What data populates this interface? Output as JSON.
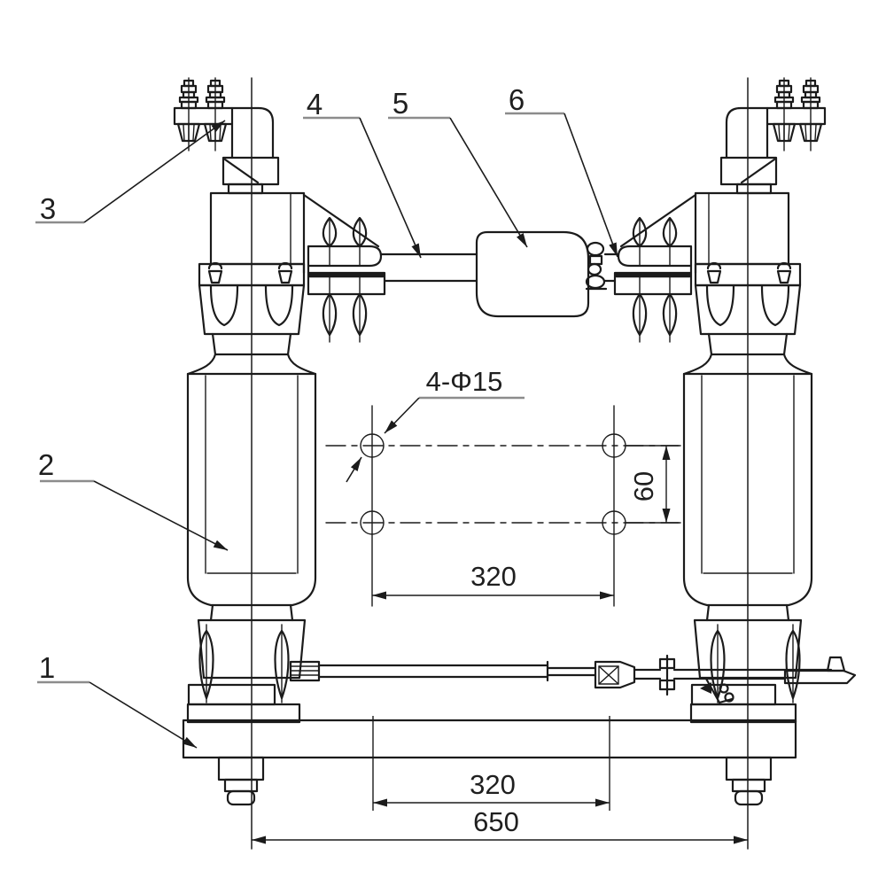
{
  "figure": {
    "type": "technical-drawing",
    "callouts": [
      {
        "number": "1"
      },
      {
        "number": "2"
      },
      {
        "number": "3"
      },
      {
        "number": "4"
      },
      {
        "number": "5"
      },
      {
        "number": "6"
      }
    ],
    "dimensions": {
      "hole_callout": "4-Φ15",
      "hole_vertical_spacing": "60",
      "hole_horizontal_spacing": "320",
      "base_hole_spacing": "320",
      "overall_span": "650"
    },
    "colors": {
      "line": "#1b1b1b",
      "leader_underline": "#8c8c8c",
      "background": "#ffffff"
    }
  }
}
